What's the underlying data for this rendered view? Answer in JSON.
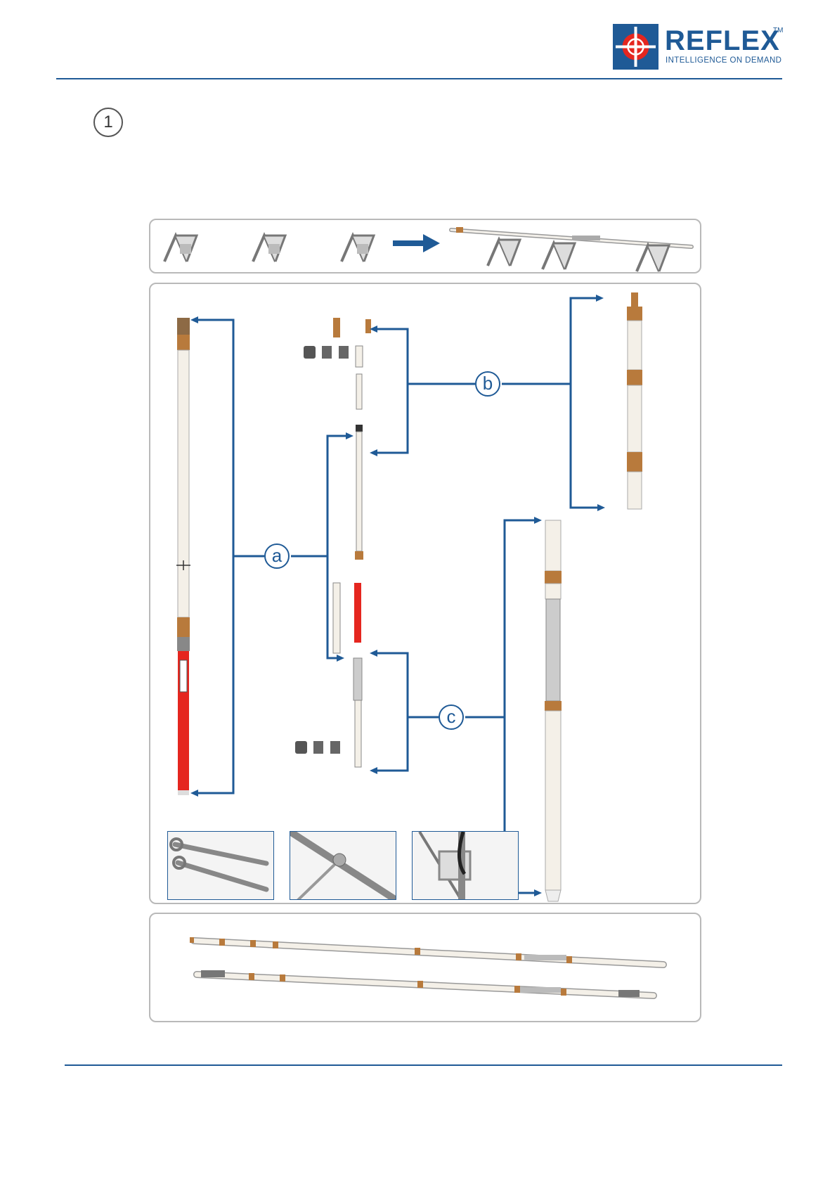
{
  "header": {
    "brand": "REFLEX",
    "trademark": "TM",
    "tagline": "INTELLIGENCE ON DEMAND"
  },
  "step": {
    "number": "1"
  },
  "callouts": {
    "a": "a",
    "b": "b",
    "c": "c"
  },
  "colors": {
    "brand_blue": "#1f5a96",
    "bronze": "#b87a3c",
    "red": "#e5261f",
    "panel_border": "#b9b9b9"
  },
  "icons": {
    "logo": "crosshair-icon",
    "arrow": "right-arrow-icon",
    "stand": "tripod-stand-icon",
    "wrench": "wrench-icon"
  }
}
